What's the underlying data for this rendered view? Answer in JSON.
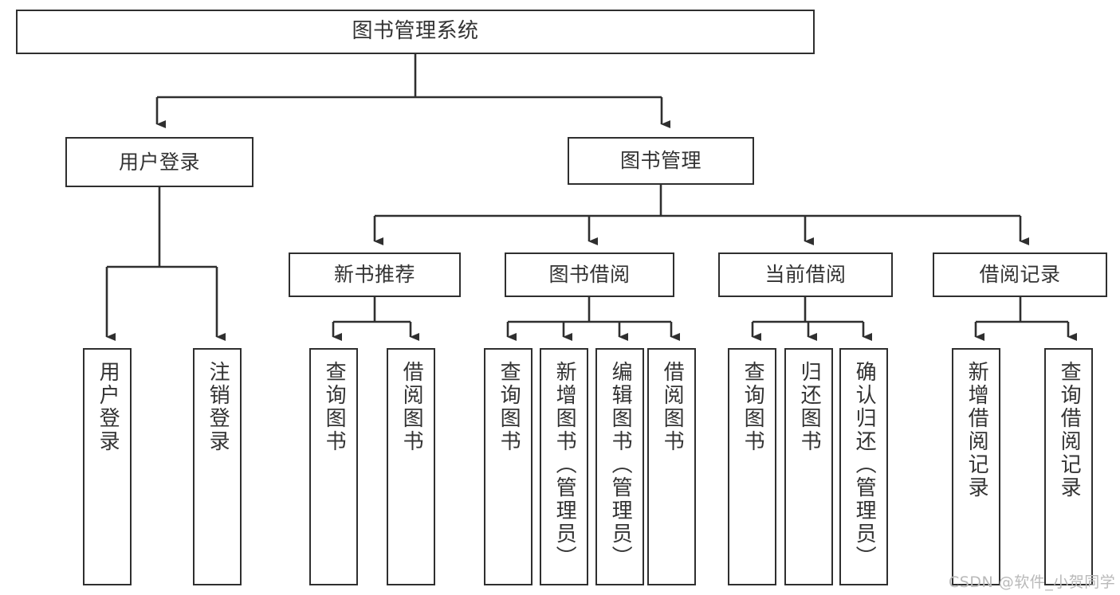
{
  "diagram": {
    "title": "图书管理系统",
    "type": "tree-hierarchy-diagram",
    "colors": {
      "stroke": "#2f2f2f",
      "fill": "#ffffff",
      "text": "#333333",
      "watermark": "#b9b9b9"
    },
    "root": {
      "label": "图书管理系统"
    },
    "level1": [
      {
        "label": "用户登录"
      },
      {
        "label": "图书管理"
      }
    ],
    "level2": [
      {
        "label": "新书推荐"
      },
      {
        "label": "图书借阅"
      },
      {
        "label": "当前借阅"
      },
      {
        "label": "借阅记录"
      }
    ],
    "leaves": {
      "user_login": [
        {
          "label": "用户登录"
        },
        {
          "label": "注销登录"
        }
      ],
      "new_book_recommend": [
        {
          "label": "查询图书"
        },
        {
          "label": "借阅图书"
        }
      ],
      "book_borrow": [
        {
          "label": "查询图书"
        },
        {
          "label": "新增图书（管理员）"
        },
        {
          "label": "编辑图书（管理员）"
        },
        {
          "label": "借阅图书"
        }
      ],
      "current_borrow": [
        {
          "label": "查询图书"
        },
        {
          "label": "归还图书"
        },
        {
          "label": "确认归还（管理员）"
        }
      ],
      "borrow_record": [
        {
          "label": "新增借阅记录"
        },
        {
          "label": "查询借阅记录"
        }
      ]
    }
  },
  "watermark": {
    "text": "CSDN @软件_小贺同学"
  }
}
